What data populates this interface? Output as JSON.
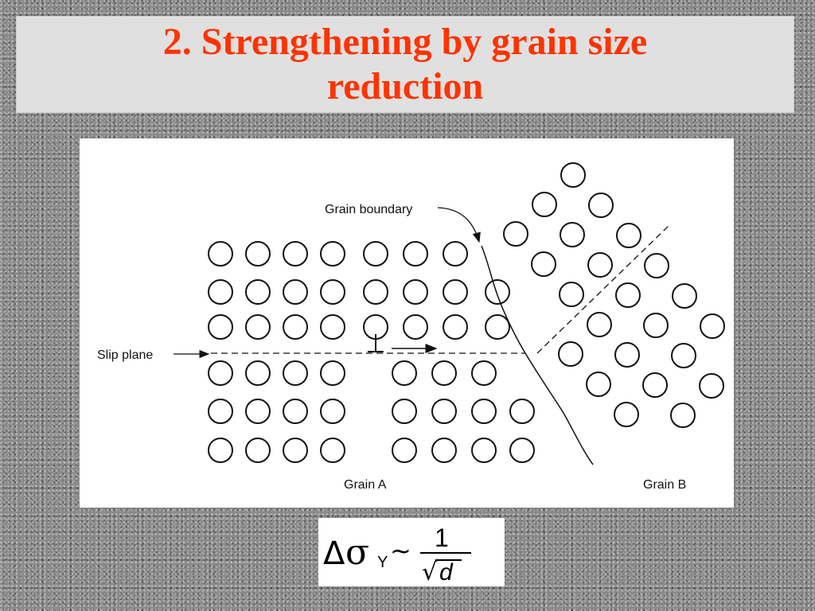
{
  "title": "2. Strengthening by grain size reduction",
  "diagram": {
    "labels": {
      "grain_boundary": "Grain boundary",
      "slip_plane": "Slip plane",
      "grain_a": "Grain A",
      "grain_b": "Grain B"
    }
  },
  "formula": {
    "delta": "Δ",
    "sigma": "σ",
    "subscript": "Y",
    "relation": "~",
    "numerator": "1",
    "radical": "√",
    "variable": "d"
  },
  "colors": {
    "title": "#ff3300",
    "title_box": "#e0e0e0",
    "background": "#8a8a8a"
  }
}
